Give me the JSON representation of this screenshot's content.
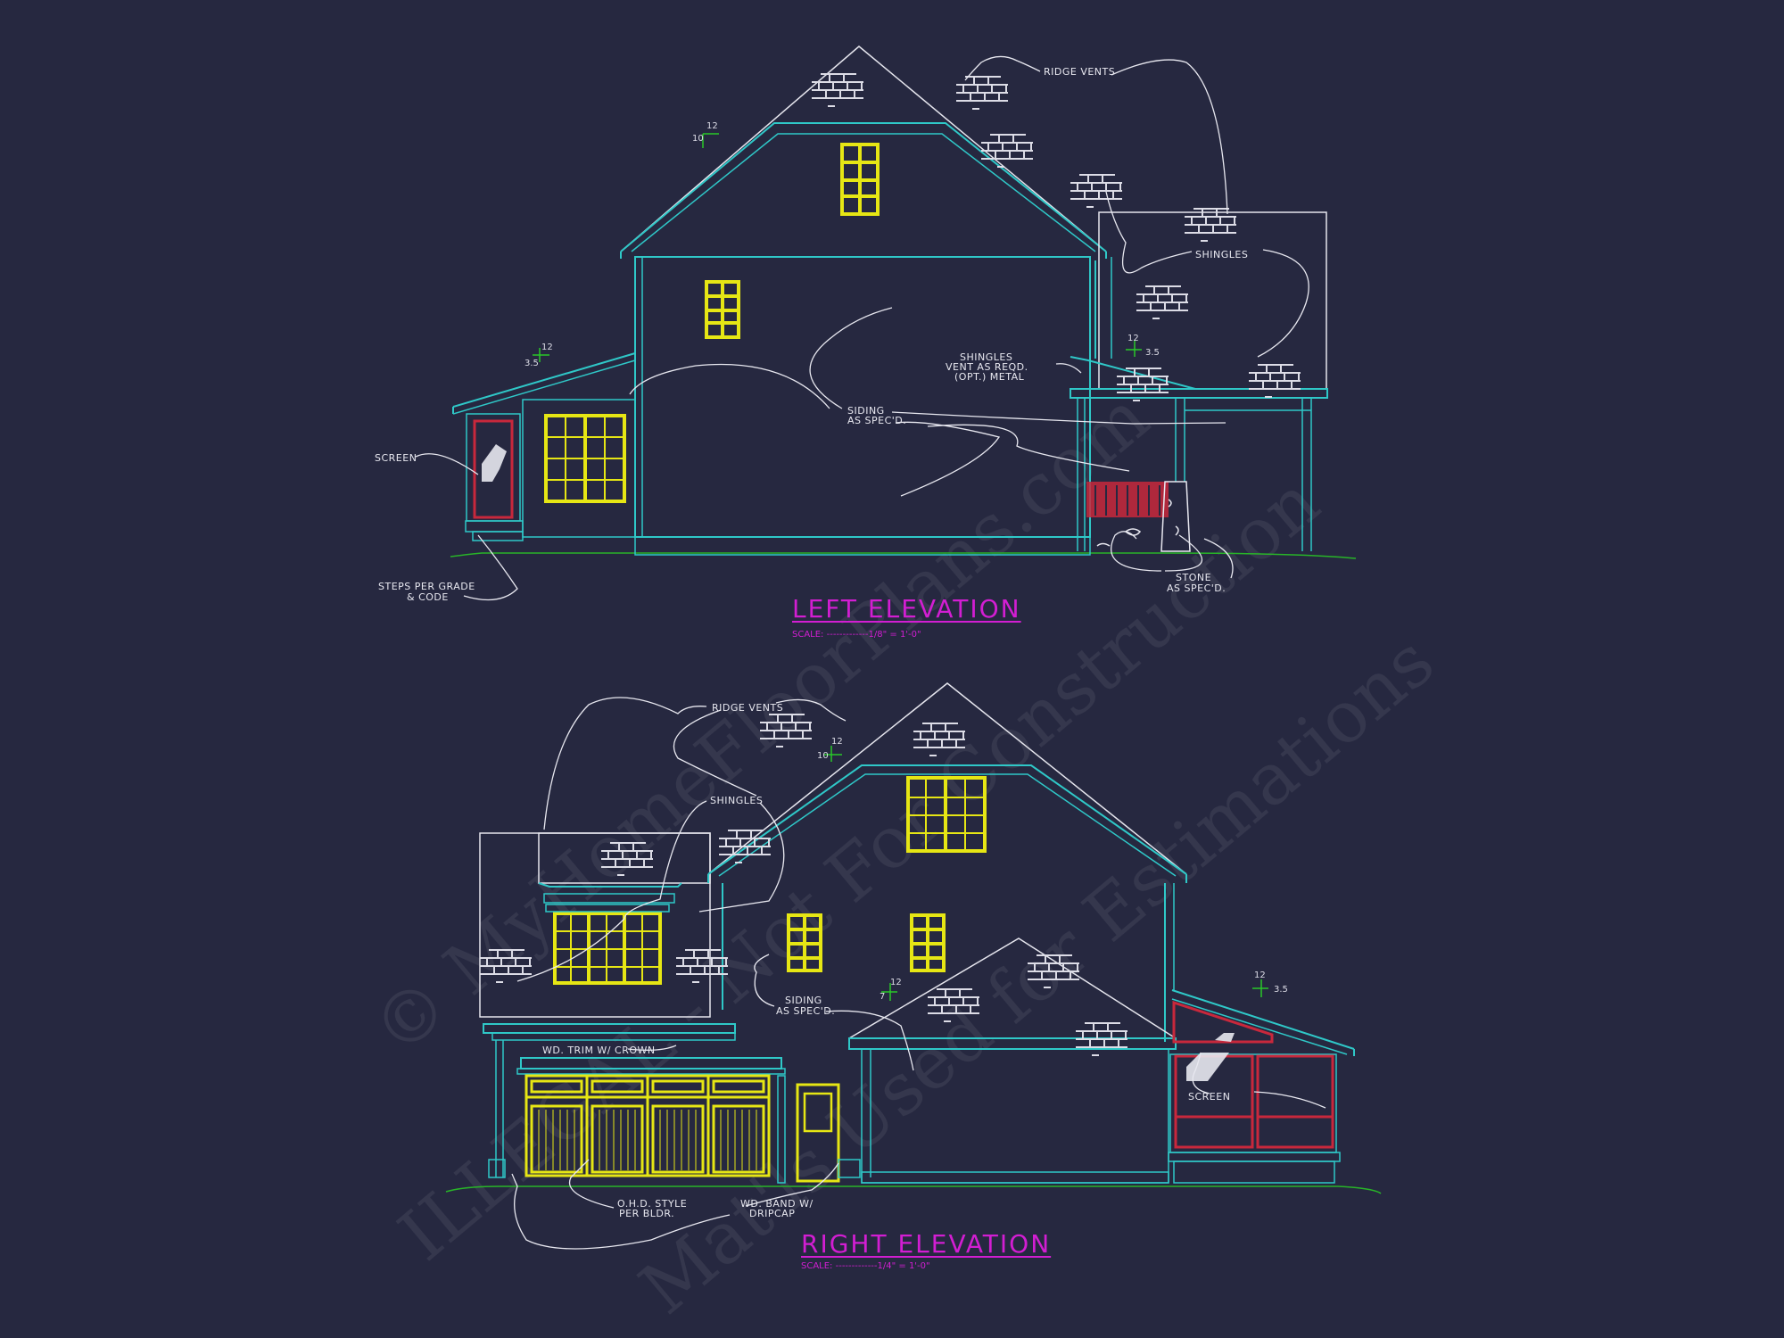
{
  "watermark": {
    "line1": "© MyHomeFloorPlans.com",
    "line2": "ILLEGAL - Not For Construction",
    "line3": "Mat'ls Used for Estimations"
  },
  "left_elevation": {
    "title": "LEFT ELEVATION",
    "scale": "SCALE: -------------1/8\" = 1'-0\"",
    "labels": {
      "ridge_vents": "RIDGE VENTS",
      "shingles": "SHINGLES",
      "shingles_vent_1": "SHINGLES",
      "shingles_vent_2": "VENT AS REQD.",
      "shingles_vent_3": "(OPT.) METAL",
      "siding_1": "SIDING",
      "siding_2": "AS SPEC'D.",
      "screen": "SCREEN",
      "steps_1": "STEPS PER GRADE",
      "steps_2": "& CODE",
      "stone_1": "STONE",
      "stone_2": "AS SPEC'D."
    },
    "pitches": {
      "main_rise": "10",
      "main_run": "12",
      "porch_rise": "3.5",
      "porch_run": "12",
      "right_rise": "3.5",
      "right_run": "12"
    }
  },
  "right_elevation": {
    "title": "RIGHT ELEVATION",
    "scale": "SCALE: -------------1/4\" = 1'-0\"",
    "labels": {
      "ridge_vents": "RIDGE VENTS",
      "shingles": "SHINGLES",
      "siding_1": "SIDING",
      "siding_2": "AS SPEC'D.",
      "wd_trim": "WD. TRIM W/ CROWN",
      "screen": "SCREEN",
      "ohd_1": "O.H.D. STYLE",
      "ohd_2": "PER BLDR.",
      "band_1": "WD. BAND W/",
      "band_2": "DRIPCAP"
    },
    "pitches": {
      "main_rise": "10",
      "main_run": "12",
      "garage_rise": "7",
      "garage_run": "12",
      "porch_rise": "3.5",
      "porch_run": "12"
    }
  },
  "colors": {
    "background": "#262840",
    "wall_line": "#2fc8c8",
    "window": "#e6e614",
    "screen": "#c8283c",
    "leader": "#e8e8f0",
    "title": "#d21ed2",
    "grade": "#28b428",
    "pitch": "#28c828"
  }
}
